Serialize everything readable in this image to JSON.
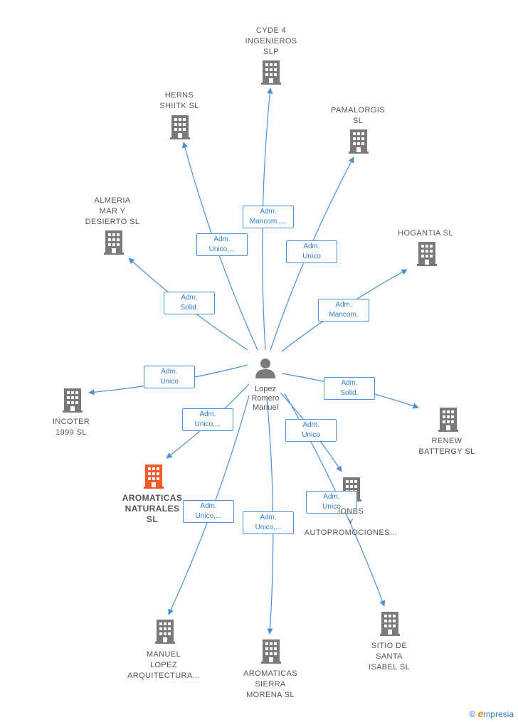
{
  "colors": {
    "edge": "#4a90d9",
    "building": "#7a7a7a",
    "highlight": "#f05a28",
    "person": "#7a7a7a"
  },
  "center": {
    "name": "Lopez\nRomero\nManuel",
    "icon": "person-icon"
  },
  "companies": [
    {
      "id": "cyde",
      "name": "CYDE 4\nINGENIEROS\nSLP"
    },
    {
      "id": "herns",
      "name": "HERNS\nSHIITK  SL"
    },
    {
      "id": "pamalorgis",
      "name": "PAMALORGIS\nSL"
    },
    {
      "id": "almeria",
      "name": "ALMERIA\nMAR Y\nDESIERTO SL"
    },
    {
      "id": "hogantia",
      "name": "HOGANTIA  SL"
    },
    {
      "id": "incoter",
      "name": "INCOTER\n1999  SL"
    },
    {
      "id": "renew",
      "name": "RENEW\nBATTERGY  SL"
    },
    {
      "id": "aromaticas",
      "name": "AROMATICAS\nNATURALES\nSL",
      "highlight": true
    },
    {
      "id": "iones",
      "name": "IONES\nY\nAUTOPROMOCIONES..."
    },
    {
      "id": "manuel",
      "name": "MANUEL\nLOPEZ\nARQUITECTURA..."
    },
    {
      "id": "sierra",
      "name": "AROMATICAS\nSIERRA\nMORENA  SL"
    },
    {
      "id": "sitio",
      "name": "SITIO DE\nSANTA\nISABEL  SL"
    }
  ],
  "edges": [
    {
      "to": "cyde",
      "label": "Adm.\nMancom.,..."
    },
    {
      "to": "herns",
      "label": "Adm.\nUnico,..."
    },
    {
      "to": "pamalorgis",
      "label": "Adm.\nUnico"
    },
    {
      "to": "almeria",
      "label": "Adm.\nSolid."
    },
    {
      "to": "hogantia",
      "label": "Adm.\nMancom."
    },
    {
      "to": "incoter",
      "label": "Adm.\nUnico"
    },
    {
      "to": "renew",
      "label": "Adm.\nSolid."
    },
    {
      "to": "aromaticas",
      "label": "Adm.\nUnico,..."
    },
    {
      "to": "iones",
      "label": "Adm.\nUnico"
    },
    {
      "to": "manuel",
      "label": "Adm.\nUnico,..."
    },
    {
      "to": "sierra",
      "label": "Adm.\nUnico,..."
    },
    {
      "to": "sitio",
      "label": "Adm.\nUnico"
    }
  ],
  "footer": {
    "copyright": "©",
    "brand_initial": "e",
    "brand_rest": "mpresia"
  }
}
